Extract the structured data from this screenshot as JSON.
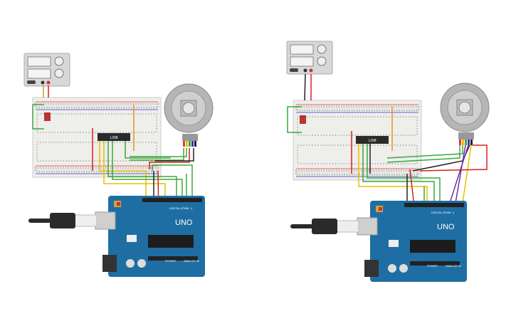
{
  "circuits": [
    {
      "chip_label": "L298",
      "board_label": "UNO",
      "digital_header_label": "DIGITAL (PWM ~)",
      "power_label": "POWER",
      "analog_label": "ANALOG IN"
    },
    {
      "chip_label": "L298",
      "board_label": "UNO",
      "digital_header_label": "DIGITAL (PWM ~)",
      "power_label": "POWER",
      "analog_label": "ANALOG IN"
    }
  ],
  "colors": {
    "arduino_blue": "#1e6ea4",
    "breadboard": "#eeeeea",
    "wire_green": "#3aa83a",
    "wire_red": "#d62020",
    "wire_yellow": "#e8c000",
    "wire_black": "#222222",
    "wire_orange": "#e89020",
    "wire_purple": "#7030a0"
  }
}
